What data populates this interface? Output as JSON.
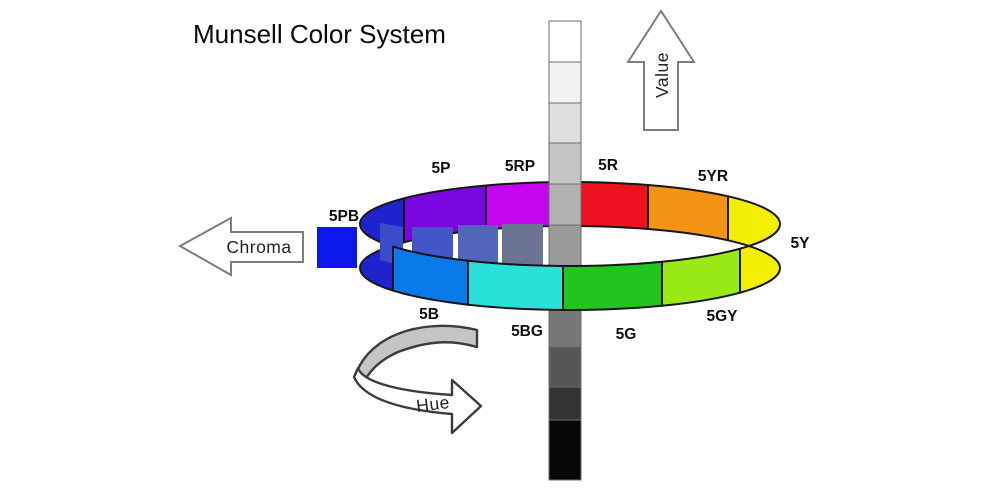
{
  "title": "Munsell Color System",
  "arrows": {
    "value_label": "Value",
    "chroma_label": "Chroma",
    "hue_label": "Hue"
  },
  "hue_ring": {
    "labels": [
      "5P",
      "5RP",
      "5R",
      "5YR",
      "5Y",
      "5GY",
      "5G",
      "5BG",
      "5B",
      "5PB"
    ],
    "back": [
      {
        "hue": "5PB",
        "color": "#1e23ce"
      },
      {
        "hue": "5P",
        "color": "#7a06e2"
      },
      {
        "hue": "5RP",
        "color": "#c505ef"
      },
      {
        "hue": "5R",
        "color": "#ee1120"
      },
      {
        "hue": "5YR",
        "color": "#f49414"
      },
      {
        "hue": "5Y",
        "color": "#f3ef02"
      }
    ],
    "front": [
      {
        "hue": "5B",
        "color": "#0b7ae9"
      },
      {
        "hue": "5BG",
        "color": "#2ae1da"
      },
      {
        "hue": "5G",
        "color": "#20c51e"
      },
      {
        "hue": "5GY",
        "color": "#99ea17"
      },
      {
        "hue": "5Y",
        "color": "#efea10"
      }
    ]
  },
  "value_scale": {
    "steps": [
      "#ffffff",
      "#f2f2f2",
      "#dfdfdf",
      "#c5c5c5",
      "#b1b1b1",
      "#9b9b9b",
      "#898989",
      "#777777",
      "#565656",
      "#333333",
      "#070707"
    ]
  },
  "chroma_swatches": {
    "outer": "#0c17ea",
    "ring_inner_wall": "#3c4bca",
    "steps": [
      "#4355c8",
      "#5165bb",
      "#6b7493"
    ]
  }
}
